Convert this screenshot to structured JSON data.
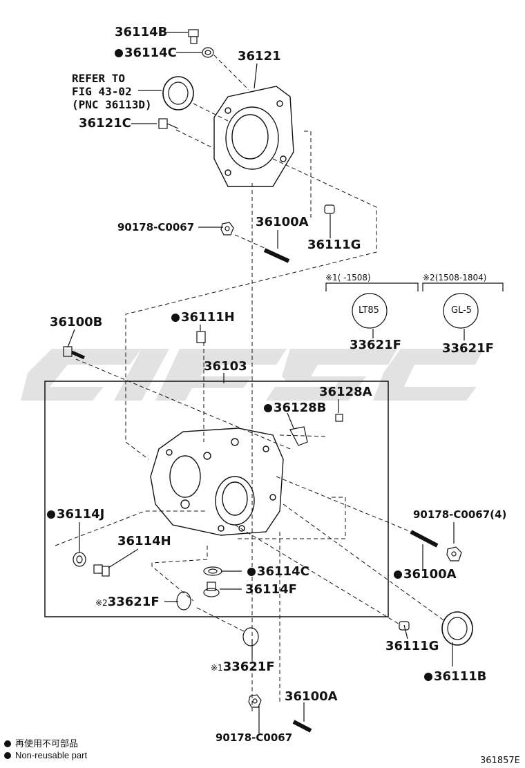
{
  "labels": {
    "p36114B": "36114B",
    "p36114C_top": "36114C",
    "p36121": "36121",
    "p36121C": "36121C",
    "p90178_top": "90178-C0067",
    "p36100A_top": "36100A",
    "p36111G_top": "36111G",
    "p36100B": "36100B",
    "p36111H": "36111H",
    "p36103": "36103",
    "p36128A": "36128A",
    "p36128B": "36128B",
    "p33621F_1": "33621F",
    "p33621F_2": "33621F",
    "p36114J": "36114J",
    "p36114H": "36114H",
    "p90178_right": "90178-C0067(4)",
    "p36100A_right": "36100A",
    "p36114C_mid": "36114C",
    "p36114F": "36114F",
    "p33621F_left": "33621F",
    "p36111G_bottom": "36111G",
    "p33621F_bottom": "33621F",
    "p36111B": "36111B",
    "p36100A_bottom": "36100A",
    "p90178_bottom": "90178-C0067"
  },
  "refer": {
    "line1": "REFER TO",
    "line2": "FIG 43-02",
    "line3": "(PNC 36113D)"
  },
  "notes": {
    "mark1": "※1",
    "mark2": "※2",
    "range1": "※1(    -1508)",
    "range2": "※2(1508-1804)",
    "oil1": "LT85",
    "oil2": "GL-5"
  },
  "legend": {
    "jp": "再使用不可部品",
    "en": "Non-reusable part"
  },
  "diagram_code": "361857E",
  "watermark_color": "#e2e2e2"
}
